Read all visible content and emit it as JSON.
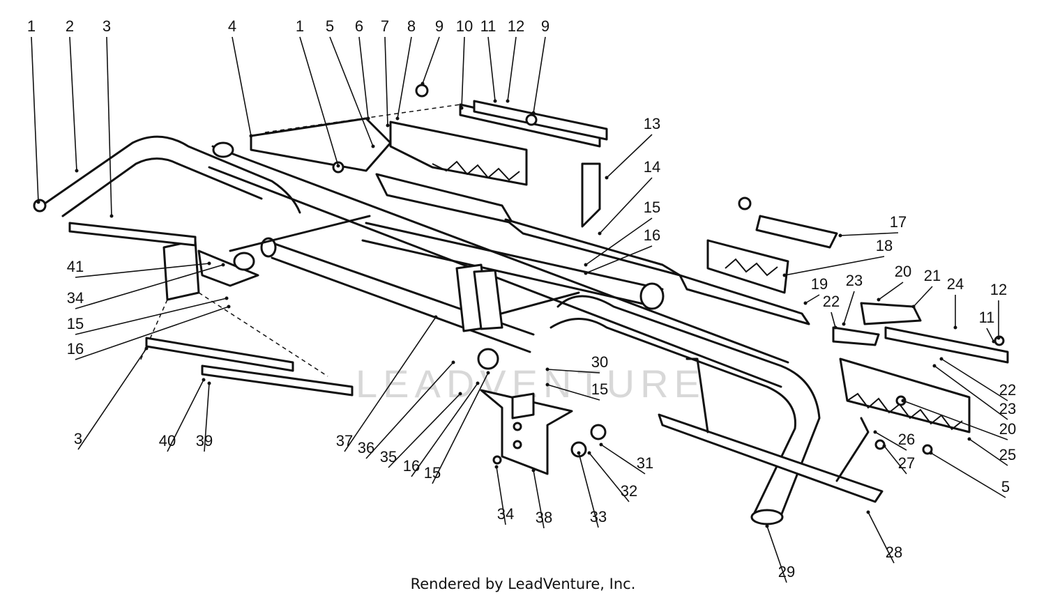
{
  "watermark_text": "LEADVENTURE",
  "credit": "Rendered by LeadVenture, Inc.",
  "callouts": [
    {
      "text": "1"
    },
    {
      "text": "2"
    },
    {
      "text": "3"
    },
    {
      "text": "4"
    },
    {
      "text": "1"
    },
    {
      "text": "5"
    },
    {
      "text": "6"
    },
    {
      "text": "7"
    },
    {
      "text": "8"
    },
    {
      "text": "9"
    },
    {
      "text": "10"
    },
    {
      "text": "11"
    },
    {
      "text": "12"
    },
    {
      "text": "9"
    },
    {
      "text": "13"
    },
    {
      "text": "14"
    },
    {
      "text": "15"
    },
    {
      "text": "16"
    },
    {
      "text": "17"
    },
    {
      "text": "18"
    },
    {
      "text": "41"
    },
    {
      "text": "34"
    },
    {
      "text": "15"
    },
    {
      "text": "16"
    },
    {
      "text": "19"
    },
    {
      "text": "23"
    },
    {
      "text": "22"
    },
    {
      "text": "20"
    },
    {
      "text": "21"
    },
    {
      "text": "24"
    },
    {
      "text": "12"
    },
    {
      "text": "11"
    },
    {
      "text": "30"
    },
    {
      "text": "15"
    },
    {
      "text": "22"
    },
    {
      "text": "23"
    },
    {
      "text": "20"
    },
    {
      "text": "3"
    },
    {
      "text": "40"
    },
    {
      "text": "39"
    },
    {
      "text": "37"
    },
    {
      "text": "36"
    },
    {
      "text": "35"
    },
    {
      "text": "16"
    },
    {
      "text": "15"
    },
    {
      "text": "26"
    },
    {
      "text": "25"
    },
    {
      "text": "27"
    },
    {
      "text": "31"
    },
    {
      "text": "32"
    },
    {
      "text": "5"
    },
    {
      "text": "34"
    },
    {
      "text": "38"
    },
    {
      "text": "33"
    },
    {
      "text": "28"
    },
    {
      "text": "29"
    }
  ]
}
